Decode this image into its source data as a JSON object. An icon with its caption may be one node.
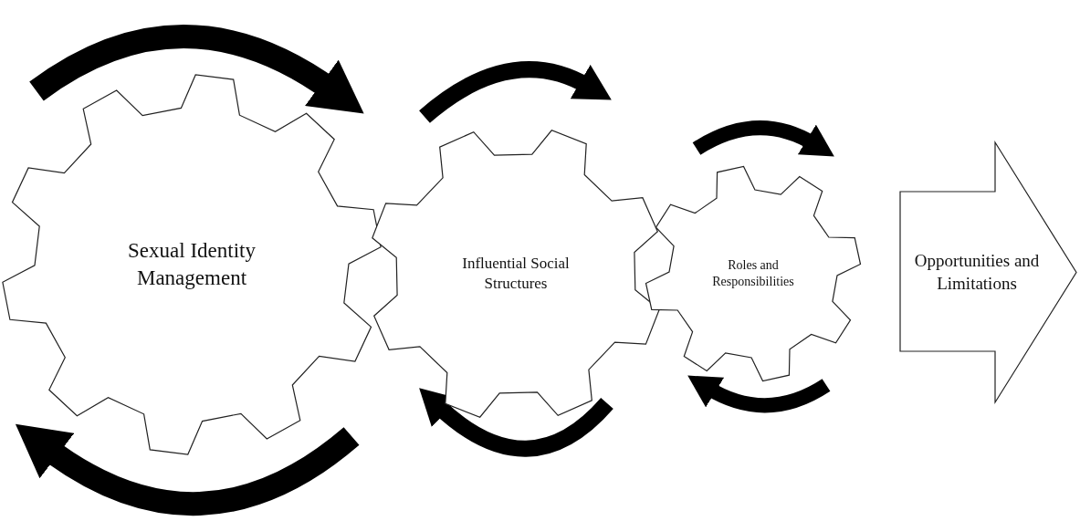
{
  "diagram": {
    "nodes": [
      {
        "text": [
          "Sexual Identity Management"
        ]
      },
      {
        "text": [
          "Influential Social Structures"
        ]
      },
      {
        "text": [
          "Roles and Responsibilities"
        ]
      },
      {
        "text": [
          "Opportunities and Limitations"
        ]
      }
    ]
  }
}
